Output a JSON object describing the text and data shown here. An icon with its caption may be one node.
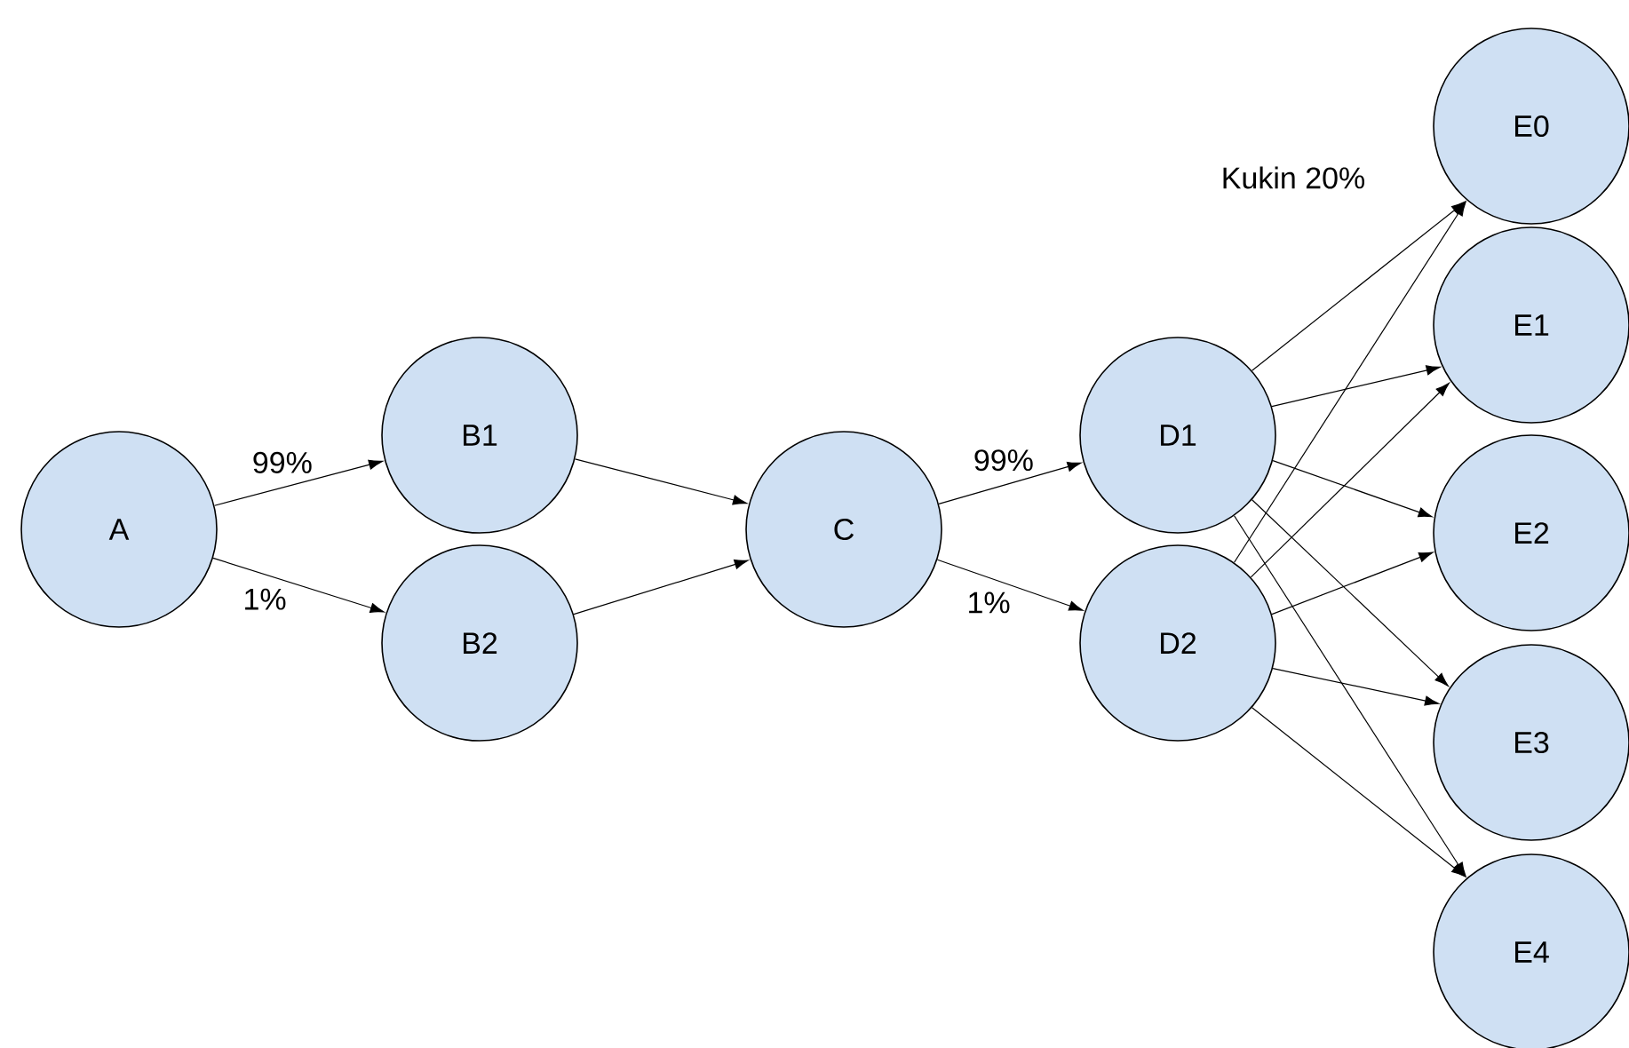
{
  "diagram": {
    "nodes": [
      {
        "text": [
          "A"
        ]
      },
      {
        "text": [
          "B1"
        ]
      },
      {
        "text": [
          "B2"
        ]
      },
      {
        "text": [
          "C"
        ]
      },
      {
        "text": [
          "D1"
        ]
      },
      {
        "text": [
          "D2"
        ]
      },
      {
        "text": [
          "E0"
        ]
      },
      {
        "text": [
          "E1"
        ]
      },
      {
        "text": [
          "E2"
        ]
      },
      {
        "text": [
          "E3"
        ]
      },
      {
        "text": [
          "E4"
        ]
      }
    ],
    "edges": [
      {
        "from": 0,
        "to": 1,
        "arrow": "to",
        "label": "99%"
      },
      {
        "from": 0,
        "to": 2,
        "arrow": "to",
        "label": "1%"
      },
      {
        "from": 1,
        "to": 3,
        "arrow": "to"
      },
      {
        "from": 2,
        "to": 3,
        "arrow": "to"
      },
      {
        "from": 3,
        "to": 4,
        "arrow": "to",
        "label": "99%"
      },
      {
        "from": 3,
        "to": 5,
        "arrow": "to",
        "label": "1%"
      },
      {
        "from": 4,
        "to": 6,
        "arrow": "to"
      },
      {
        "from": 4,
        "to": 7,
        "arrow": "to"
      },
      {
        "from": 4,
        "to": 8,
        "arrow": "to"
      },
      {
        "from": 4,
        "to": 9,
        "arrow": "to"
      },
      {
        "from": 4,
        "to": 10,
        "arrow": "to"
      },
      {
        "from": 5,
        "to": 6,
        "arrow": "to"
      },
      {
        "from": 5,
        "to": 7,
        "arrow": "to"
      },
      {
        "from": 5,
        "to": 8,
        "arrow": "to"
      },
      {
        "from": 5,
        "to": 9,
        "arrow": "to"
      },
      {
        "from": 5,
        "to": 10,
        "arrow": "to"
      }
    ],
    "labels": [
      "Kukin 20%"
    ]
  }
}
